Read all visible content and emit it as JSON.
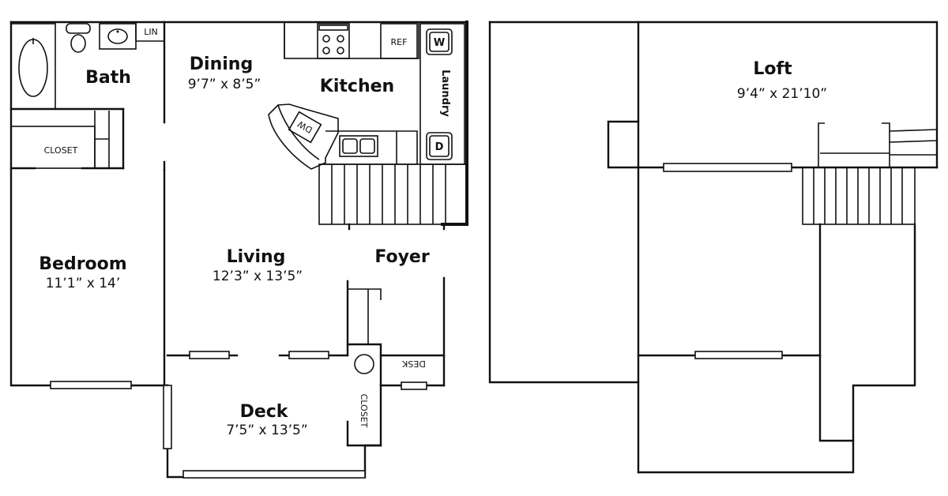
{
  "rooms": {
    "bath": {
      "name": "Bath"
    },
    "dining": {
      "name": "Dining",
      "size": "9’7” x 8’5”"
    },
    "kitchen": {
      "name": "Kitchen"
    },
    "laundry": {
      "name": "Laundry"
    },
    "bedroom": {
      "name": "Bedroom",
      "size": "11’1” x 14’"
    },
    "living": {
      "name": "Living",
      "size": "12’3” x 13’5”"
    },
    "foyer": {
      "name": "Foyer"
    },
    "deck": {
      "name": "Deck",
      "size": "7’5” x 13’5”"
    },
    "loft": {
      "name": "Loft",
      "size": "9’4” x 21’10”"
    }
  },
  "labels": {
    "lin": "LIN",
    "closet_bedroom": "CLOSET",
    "closet_deck": "CLOSET",
    "ref": "REF",
    "dw": "DW",
    "washer": "W",
    "dryer": "D",
    "desk": "DESK"
  },
  "colors": {
    "line": "#111111",
    "background": "#ffffff"
  }
}
